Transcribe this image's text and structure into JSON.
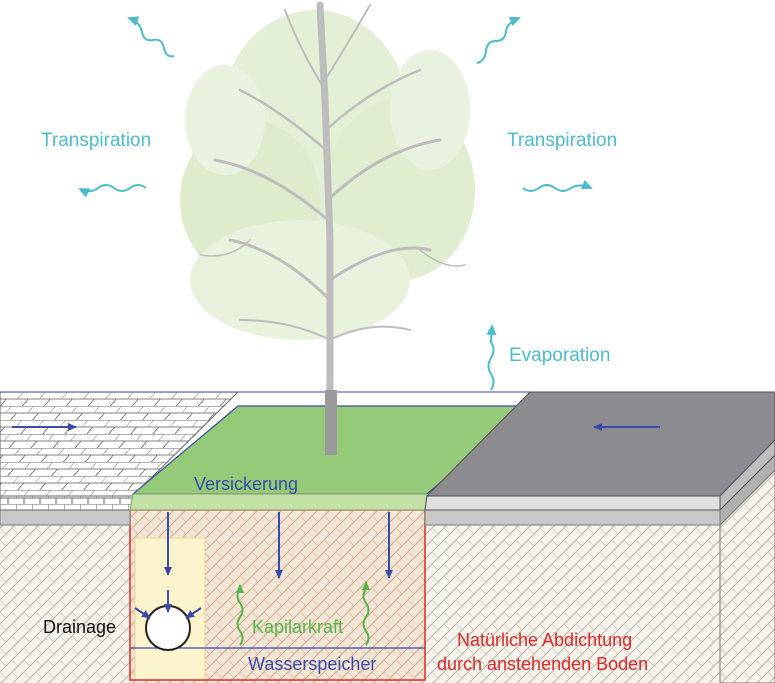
{
  "labels": {
    "transpiration_left": "Transpiration",
    "transpiration_right": "Transpiration",
    "evaporation": "Evaporation",
    "versickerung": "Versickerung",
    "drainage": "Drainage",
    "kapillarkraft": "Kapilarkraft",
    "wasserspeicher": "Wasserspeicher",
    "abdichtung_line1": "Natürliche Abdichtung",
    "abdichtung_line2": "durch anstehenden Boden"
  },
  "colors": {
    "transpiration": "#4cbccc",
    "water_flow": "#3a4aa8",
    "capillary": "#58b448",
    "sealing": "#e0282a",
    "green_area": "#95cb78",
    "asphalt": "#8c8c90",
    "soil_fill": "#e8dcc8"
  },
  "icons": [
    "tree-illustration",
    "drain-pipe-icon",
    "flow-arrow-icon",
    "wavy-arrow-icon"
  ]
}
